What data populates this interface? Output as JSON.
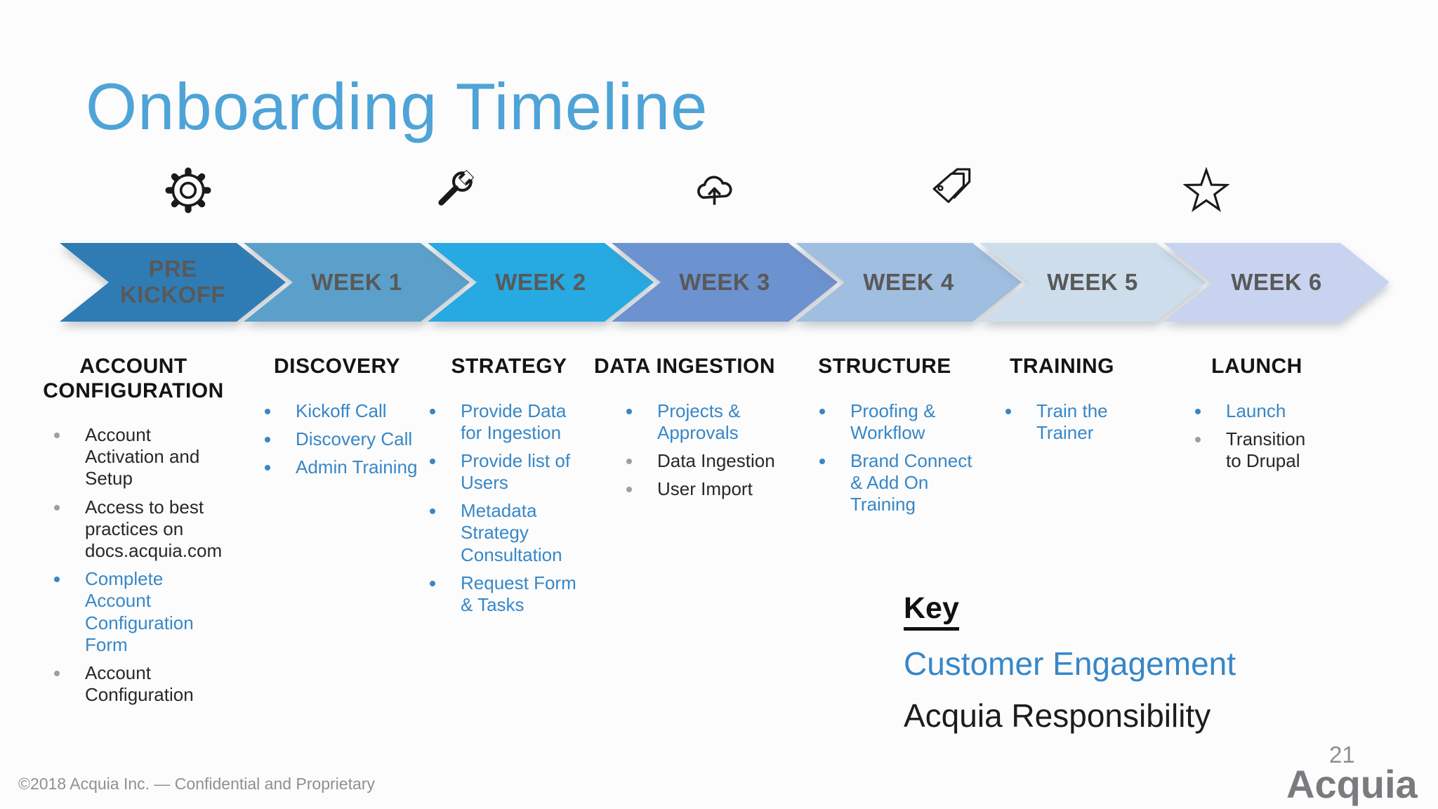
{
  "slide": {
    "title": "Onboarding Timeline",
    "footer": "©2018 Acquia Inc. — Confidential and Proprietary",
    "page_number": "21",
    "logo_text": "Acquia"
  },
  "colors": {
    "title_blue": "#4EA3D7",
    "customer_engagement_blue": "#3787C8",
    "acquia_responsibility_black": "#1B1C1E",
    "chevron_label_gray": "#595959"
  },
  "timeline": {
    "icons": [
      {
        "name": "gear-icon"
      },
      {
        "name": "wrench-icon"
      },
      {
        "name": "cloud-upload-icon"
      },
      {
        "name": "tags-icon"
      },
      {
        "name": "star-icon"
      }
    ],
    "chevrons": [
      {
        "label": "PRE KICKOFF",
        "color": "#2F7CB5"
      },
      {
        "label": "WEEK 1",
        "color": "#5BA0CB"
      },
      {
        "label": "WEEK 2",
        "color": "#27A9E1"
      },
      {
        "label": "WEEK 3",
        "color": "#6C92CF"
      },
      {
        "label": "WEEK 4",
        "color": "#9FBEE0"
      },
      {
        "label": "WEEK 5",
        "color": "#CDDDEB"
      },
      {
        "label": "WEEK 6",
        "color": "#C8D3F0"
      }
    ]
  },
  "columns": [
    {
      "header": "ACCOUNT\nCONFIGURATION",
      "items": [
        {
          "text": "Account\nActivation and\nSetup",
          "style": "black"
        },
        {
          "text": "Access to best\npractices on\ndocs.acquia.com",
          "style": "black"
        },
        {
          "text": "Complete\nAccount\nConfiguration\nForm",
          "style": "blue"
        },
        {
          "text": "Account\nConfiguration",
          "style": "black"
        }
      ]
    },
    {
      "header": "DISCOVERY",
      "items": [
        {
          "text": "Kickoff Call",
          "style": "blue"
        },
        {
          "text": "Discovery Call",
          "style": "blue"
        },
        {
          "text": "Admin Training",
          "style": "blue"
        }
      ]
    },
    {
      "header": "STRATEGY",
      "items": [
        {
          "text": "Provide Data\nfor Ingestion",
          "style": "blue"
        },
        {
          "text": "Provide list of\nUsers",
          "style": "blue"
        },
        {
          "text": "Metadata\nStrategy\nConsultation",
          "style": "blue"
        },
        {
          "text": "Request Form\n& Tasks",
          "style": "blue"
        }
      ]
    },
    {
      "header": "DATA INGESTION",
      "items": [
        {
          "text": "Projects &\nApprovals",
          "style": "blue"
        },
        {
          "text": "Data Ingestion",
          "style": "black"
        },
        {
          "text": "User Import",
          "style": "black"
        }
      ]
    },
    {
      "header": "STRUCTURE",
      "items": [
        {
          "text": "Proofing &\nWorkflow",
          "style": "blue"
        },
        {
          "text": "Brand Connect\n& Add On\nTraining",
          "style": "blue"
        }
      ]
    },
    {
      "header": "TRAINING",
      "items": [
        {
          "text": "Train the\nTrainer",
          "style": "blue"
        }
      ]
    },
    {
      "header": "LAUNCH",
      "items": [
        {
          "text": "Launch",
          "style": "blue"
        },
        {
          "text": "Transition\nto Drupal",
          "style": "black"
        }
      ]
    }
  ],
  "key": {
    "heading": "Key",
    "entries": [
      {
        "label": "Customer Engagement",
        "style": "blue"
      },
      {
        "label": "Acquia Responsibility",
        "style": "black"
      }
    ]
  }
}
